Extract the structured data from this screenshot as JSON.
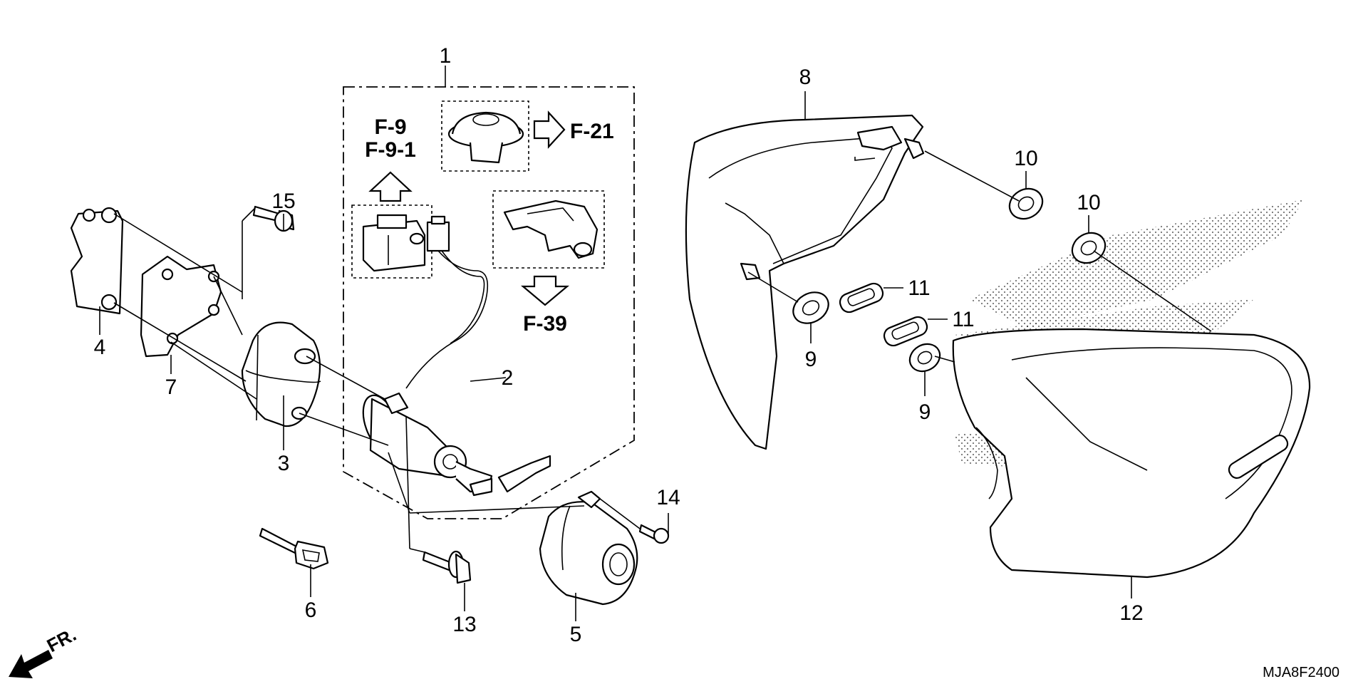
{
  "callouts": {
    "c1": "1",
    "c2": "2",
    "c3": "3",
    "c4": "4",
    "c5": "5",
    "c6": "6",
    "c7": "7",
    "c8": "8",
    "c9a": "9",
    "c9b": "9",
    "c10a": "10",
    "c10b": "10",
    "c11a": "11",
    "c11b": "11",
    "c12": "12",
    "c13": "13",
    "c14": "14",
    "c15": "15"
  },
  "refs": {
    "f9": "F-9",
    "f91": "F-9-1",
    "f21": "F-21",
    "f39": "F-39"
  },
  "direction_label": "FR.",
  "diagram_code": "MJA8F2400"
}
